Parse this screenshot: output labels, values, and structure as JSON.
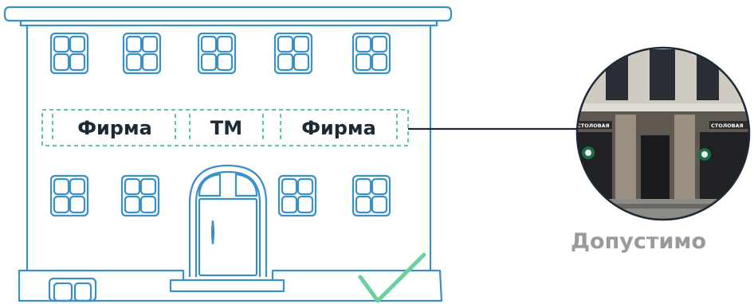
{
  "building": {
    "signs": [
      "Фирма",
      "ТМ",
      "Фирма"
    ]
  },
  "photo": {
    "sign_left": "СТОЛОВАЯ",
    "sign_right": "СТОЛОВАЯ"
  },
  "caption": "Допустимо",
  "colors": {
    "outline": "#3a8fc6",
    "sign_border": "#5bc8a3",
    "check": "#6fce9f",
    "connector": "#1d2a35",
    "caption": "#9a9a9a"
  }
}
